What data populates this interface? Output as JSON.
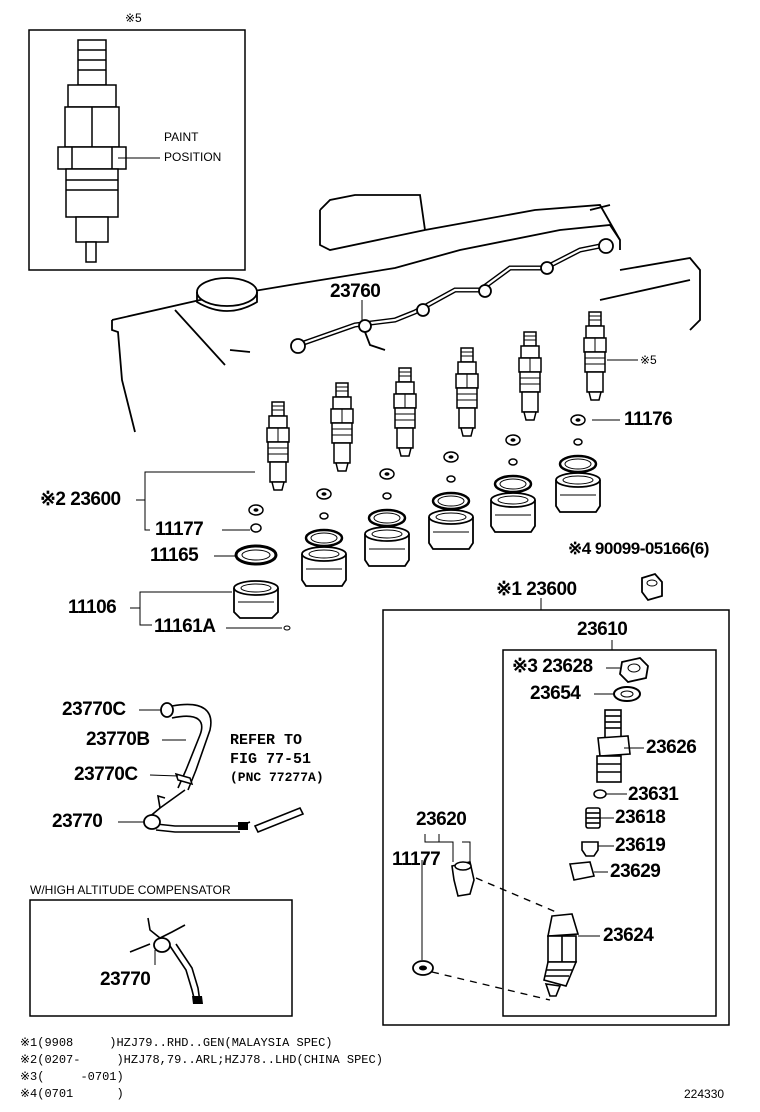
{
  "detail_box_top": {
    "title": "※5",
    "paint_position": [
      "PAINT",
      "POSITION"
    ]
  },
  "main_labels": {
    "l23760": "23760",
    "mark5": "※5",
    "l11176": "11176",
    "l23600_main": "※2 23600",
    "l11177": "11177",
    "l11165": "11165",
    "l11106": "11106",
    "l11161a": "11161A",
    "l90099": "※4 90099-05166(6)",
    "l23600_box": "※1 23600"
  },
  "hose_labels": {
    "l23770c_top": "23770C",
    "l23770b": "23770B",
    "l23770c_mid": "23770C",
    "l23770": "23770",
    "refer": [
      "REFER TO",
      "FIG 77-51",
      "(PNC 77277A)"
    ]
  },
  "altitude_box": {
    "title": "W/HIGH ALTITUDE COMPENSATOR",
    "part": "23770"
  },
  "exploded_box": {
    "l23610": "23610",
    "l23628": "※3 23628",
    "l23654": "23654",
    "l23626": "23626",
    "l23631": "23631",
    "l23618": "23618",
    "l23619": "23619",
    "l23629": "23629",
    "l23620": "23620",
    "l11177b": "11177",
    "l23624": "23624"
  },
  "footnotes": [
    "※1(9908     )HZJ79..RHD..GEN(MALAYSIA SPEC)",
    "※2(0207-     )HZJ78,79..ARL;HZJ78..LHD(CHINA SPEC)",
    "※3(     -0701)",
    "※4(0701      )"
  ],
  "figure_number": "224330"
}
